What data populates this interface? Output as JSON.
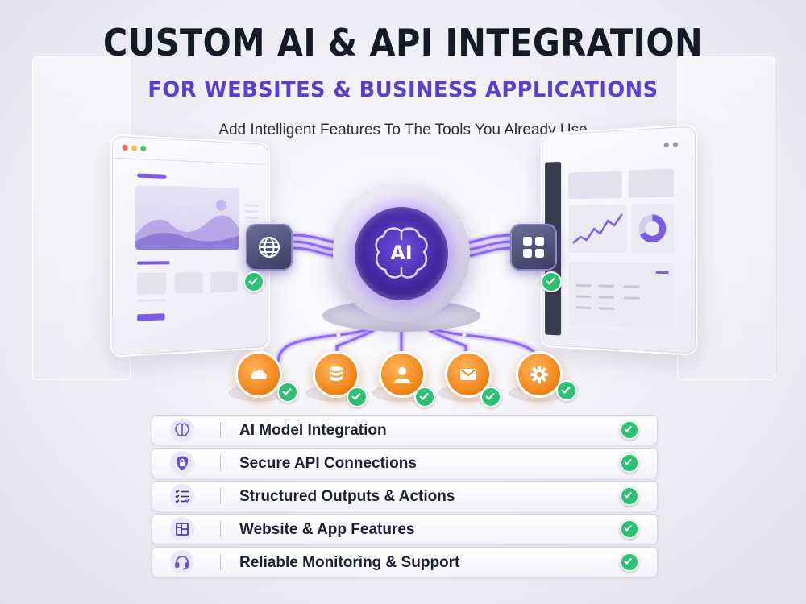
{
  "header": {
    "title": "CUSTOM AI & API INTEGRATION",
    "subtitle": "FOR WEBSITES & BUSINESS APPLICATIONS",
    "tagline": "Add Intelligent Features To The Tools You Already Use"
  },
  "hub": {
    "label": "AI"
  },
  "connectors": {
    "left": "globe-icon",
    "right": "grid-icon"
  },
  "nodes": [
    {
      "icon": "cloud-icon"
    },
    {
      "icon": "database-icon"
    },
    {
      "icon": "user-icon"
    },
    {
      "icon": "mail-icon"
    },
    {
      "icon": "gear-icon"
    }
  ],
  "features": [
    {
      "label": "AI Model Integration",
      "icon": "brain-icon"
    },
    {
      "label": "Secure API Connections",
      "icon": "shield-lock-icon"
    },
    {
      "label": "Structured Outputs & Actions",
      "icon": "checklist-icon"
    },
    {
      "label": "Website & App Features",
      "icon": "layout-icon"
    },
    {
      "label": "Reliable Monitoring & Support",
      "icon": "headset-icon"
    }
  ],
  "colors": {
    "title": "#161a26",
    "accent": "#5b3ec9",
    "node_orange": "#f28a1e",
    "check_green": "#2dbf73"
  }
}
